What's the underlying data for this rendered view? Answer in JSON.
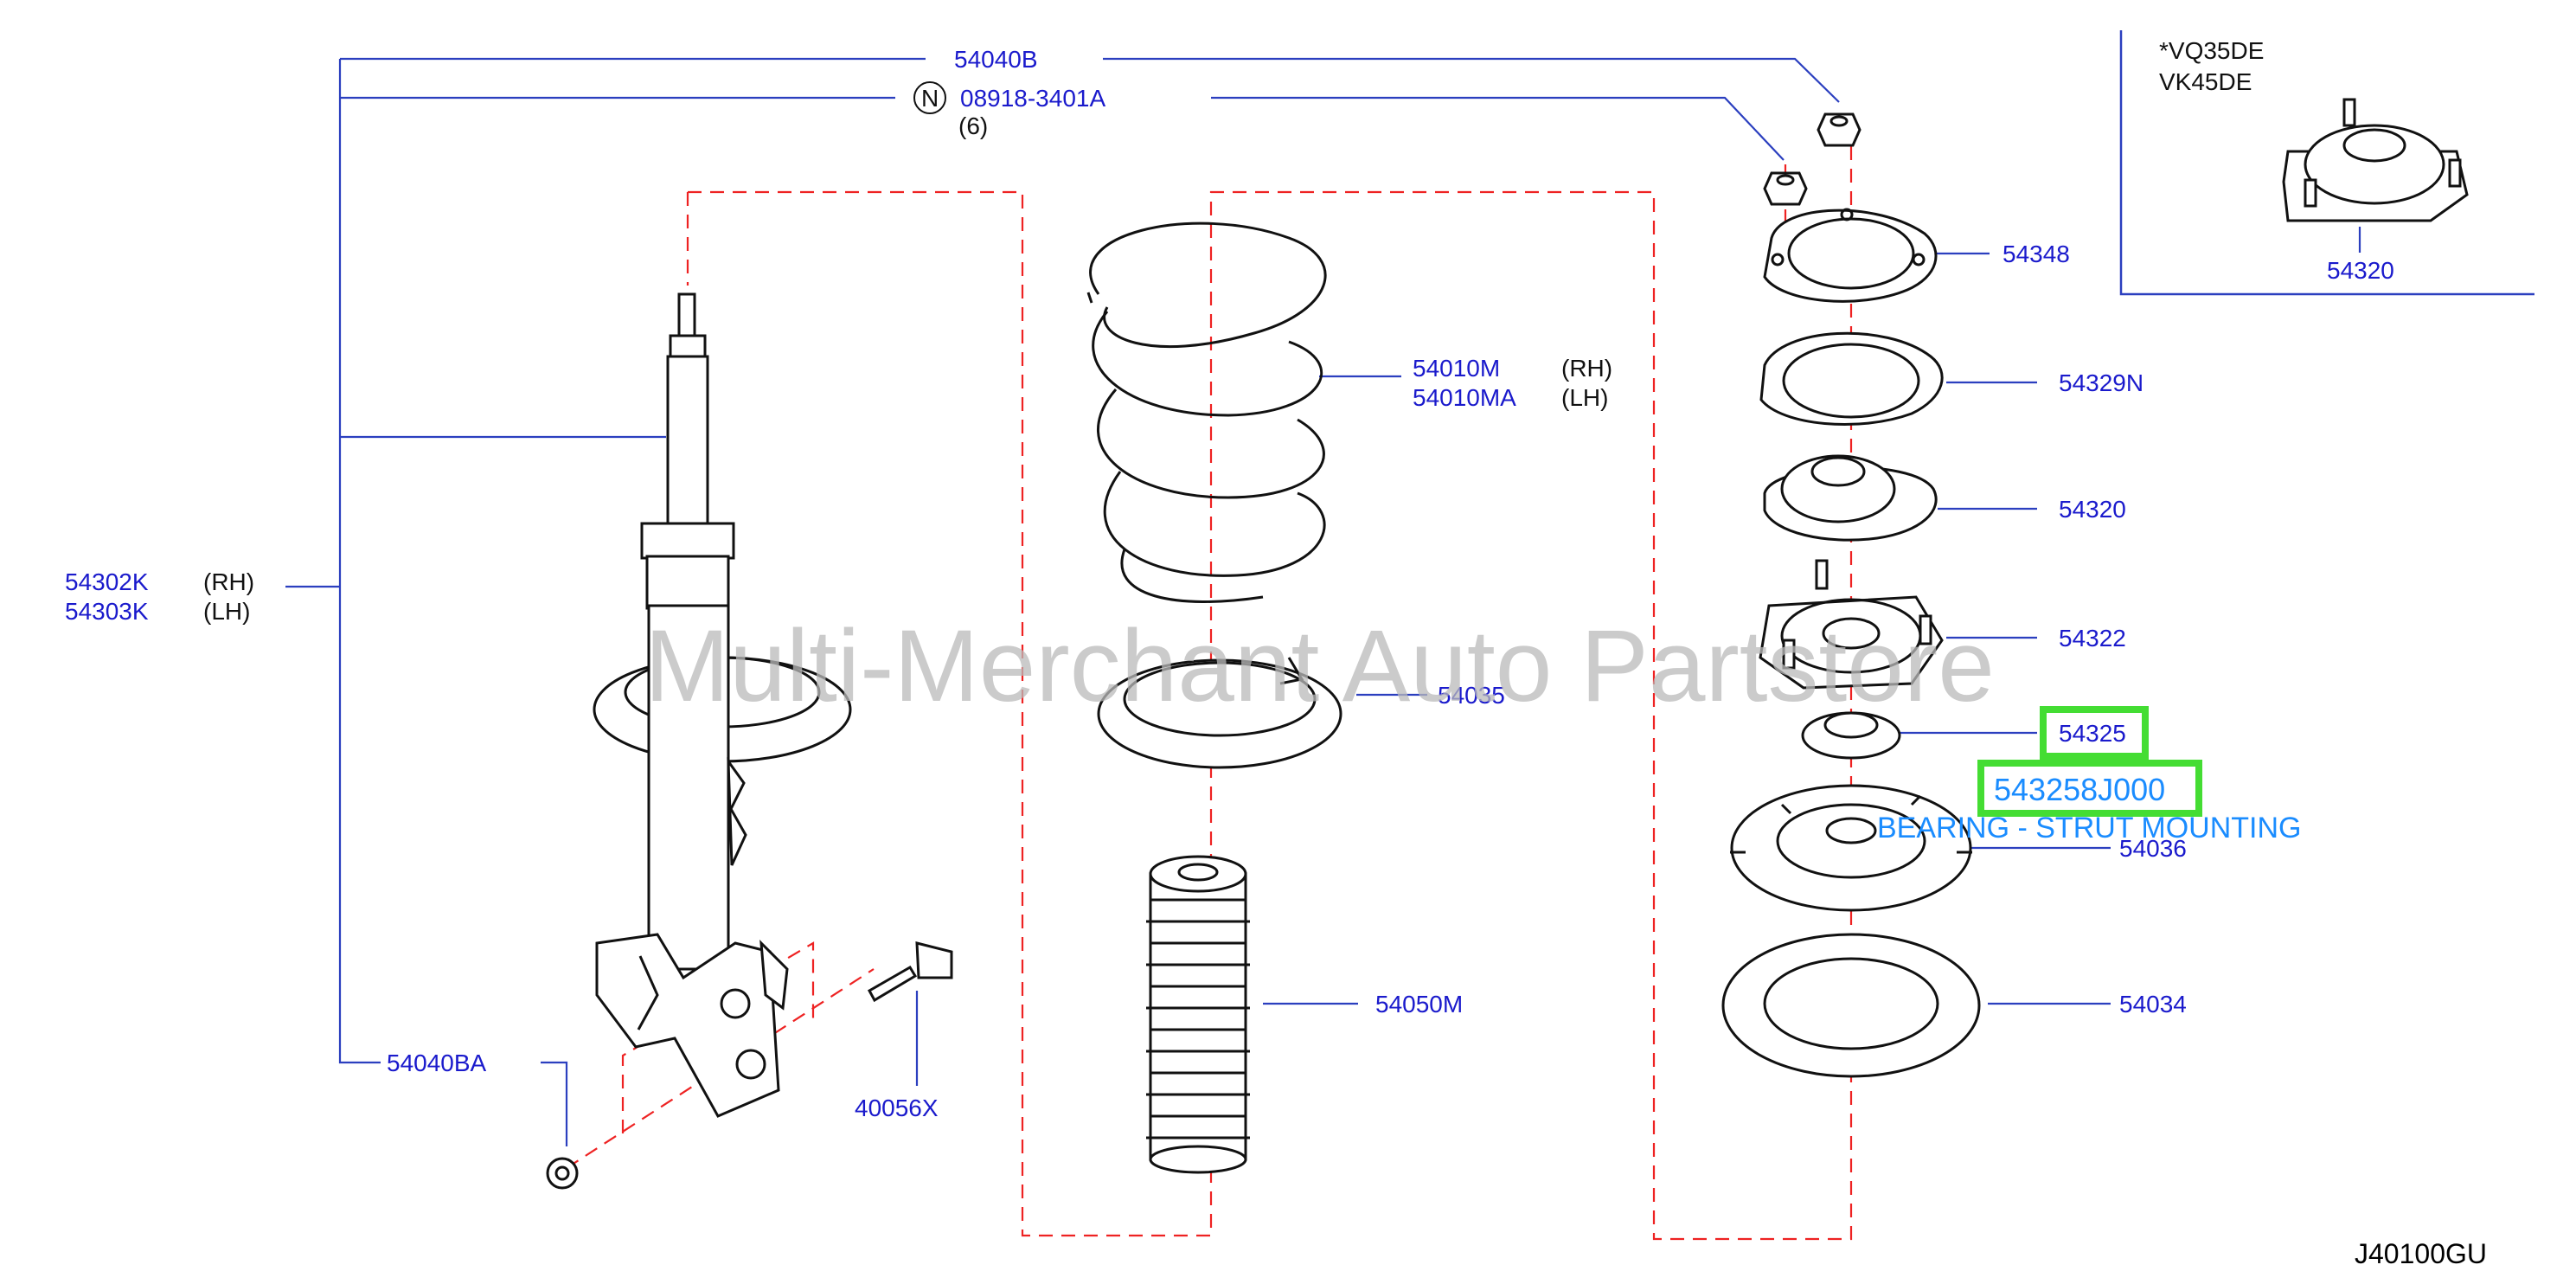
{
  "diagram": {
    "drawing_code": "J40100GU",
    "watermark": "Multi-Merchant Auto Partstore",
    "inset": {
      "engine_line_1": "*VQ35DE",
      "engine_line_2": "VK45DE",
      "part": "54320"
    },
    "callouts": {
      "p54040B": "54040B",
      "note_symbol": "N",
      "p08918": "08918-3401A",
      "p08918_qty": "(6)",
      "p54302K": "54302K",
      "p54302K_side": "(RH)",
      "p54303K": "54303K",
      "p54303K_side": "(LH)",
      "p54040BA": "54040BA",
      "p40056X": "40056X",
      "p54010M": "54010M",
      "p54010M_side": "(RH)",
      "p54010MA": "54010MA",
      "p54010MA_side": "(LH)",
      "p54035": "54035",
      "p54050M": "54050M",
      "p54348": "54348",
      "p54329N": "54329N",
      "p54320": "54320",
      "p54322": "54322",
      "p54325": "54325",
      "p54036": "54036",
      "p54034": "54034"
    },
    "highlight": {
      "part_number": "543258J000",
      "description": "BEARING - STRUT MOUNTING",
      "color": "#44dd33",
      "text_color": "#1a8cff"
    },
    "colors": {
      "callout": "#1a1acc",
      "leader": "#2b3fbf",
      "centerline": "#ee2222"
    }
  }
}
